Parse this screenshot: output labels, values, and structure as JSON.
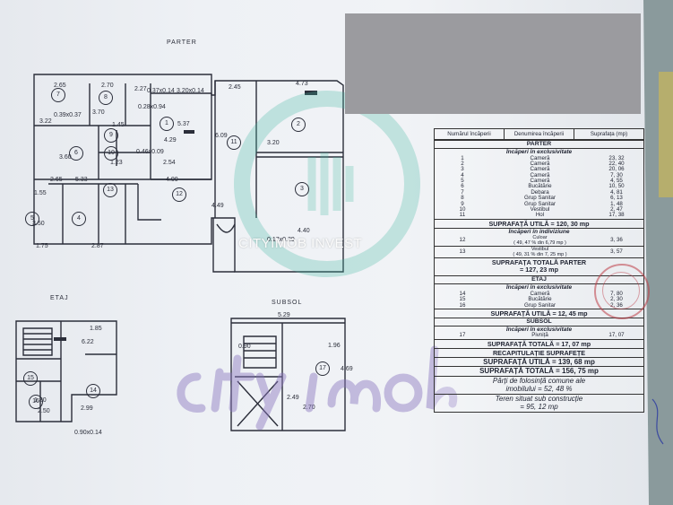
{
  "plan": {
    "parter_label": "PARTER",
    "etaj_label": "ETAJ",
    "subsol_label": "SUBSOL",
    "room_numbers": [
      "1",
      "2",
      "3",
      "4",
      "5",
      "6",
      "7",
      "8",
      "9",
      "10",
      "11",
      "12",
      "13",
      "14",
      "15",
      "16",
      "17"
    ],
    "dims": [
      "2.65",
      "2.70",
      "2.27",
      "3.70",
      "0.37x0.14",
      "3.20x0.14",
      "2.45",
      "4.73",
      "0.39x0.37",
      "0.28x0.94",
      "5.37",
      "3.22",
      "3.60",
      "1.45",
      "4.29",
      "6.09",
      "1.23",
      "0.46x0.09",
      "2.54",
      "4.00",
      "3.20",
      "2.65",
      "1.55",
      "5.33",
      "4.40",
      "3.50",
      "1.75",
      "2.87",
      "4.49",
      "0.17x0.29",
      "1.85",
      "5.29",
      "2.50",
      "2.99",
      "0.90x0.14",
      "2.70",
      "6.22",
      "1.80",
      "1.96",
      "4.69",
      "2.49",
      "0.90"
    ]
  },
  "brand_watermark": "CITYIMOB INVEST",
  "table": {
    "headers": [
      "Numărul încăperii",
      "Denumirea încăperii",
      "Suprafața (mp)"
    ],
    "parter_title": "PARTER",
    "parter_excl": "Încăperi în exclusivitate",
    "parter_rows": [
      [
        "1",
        "Cameră",
        "23, 32"
      ],
      [
        "2",
        "Cameră",
        "22, 40"
      ],
      [
        "3",
        "Cameră",
        "20, 06"
      ],
      [
        "4",
        "Cameră",
        "7, 30"
      ],
      [
        "5",
        "Cameră",
        "4, 55"
      ],
      [
        "6",
        "Bucătărie",
        "10, 50"
      ],
      [
        "7",
        "Debara",
        "4, 81"
      ],
      [
        "8",
        "Grup Sanitar",
        "6, 13"
      ],
      [
        "9",
        "Grup Sanitar",
        "1, 48"
      ],
      [
        "10",
        "Vestibul",
        "2, 47"
      ],
      [
        "11",
        "Hol",
        "17, 38"
      ]
    ],
    "parter_utila": "SUPRAFAȚĂ UTILĂ = 120, 30 mp",
    "parter_indiv": "Încăperi în indiviziune",
    "indiv_rows": [
      [
        "12",
        "Culoar",
        "( 49, 47 % din 6,79 mp )",
        "3, 36"
      ],
      [
        "13",
        "Vestibul",
        "( 49, 31 % din 7, 25 mp )",
        "3, 57"
      ]
    ],
    "parter_totala": "SUPRAFAȚA TOTALĂ PARTER",
    "parter_totala_val": "= 127, 23 mp",
    "etaj_title": "ETAJ",
    "etaj_excl": "Încăperi în exclusivitate",
    "etaj_rows": [
      [
        "14",
        "Cameră",
        "7, 80"
      ],
      [
        "15",
        "Bucătărie",
        "2, 30"
      ],
      [
        "16",
        "Grup Sanitar",
        "2, 36"
      ]
    ],
    "etaj_utila": "SUPRAFAȚĂ UTILĂ = 12, 45 mp",
    "subsol_title": "SUBSOL",
    "subsol_excl": "Încăperi în exclusivitate",
    "subsol_rows": [
      [
        "17",
        "Pivniță",
        "17, 07"
      ]
    ],
    "subsol_totala": "SUPRAFAȚĂ TOTALĂ = 17, 07 mp",
    "recap_title": "RECAPITULAȚIE SUPRAFEȚE",
    "recap_utila": "SUPRAFAȚĂ UTILĂ = 139, 68 mp",
    "recap_totala": "SUPRAFAȚĂ TOTALĂ = 156, 75 mp",
    "shared_line1": "Părți de folosință comune ale",
    "shared_line2": "imobilului = 52, 48 %",
    "teren_line1": "Teren situat sub construcție",
    "teren_line2": "= 95, 12 mp"
  }
}
